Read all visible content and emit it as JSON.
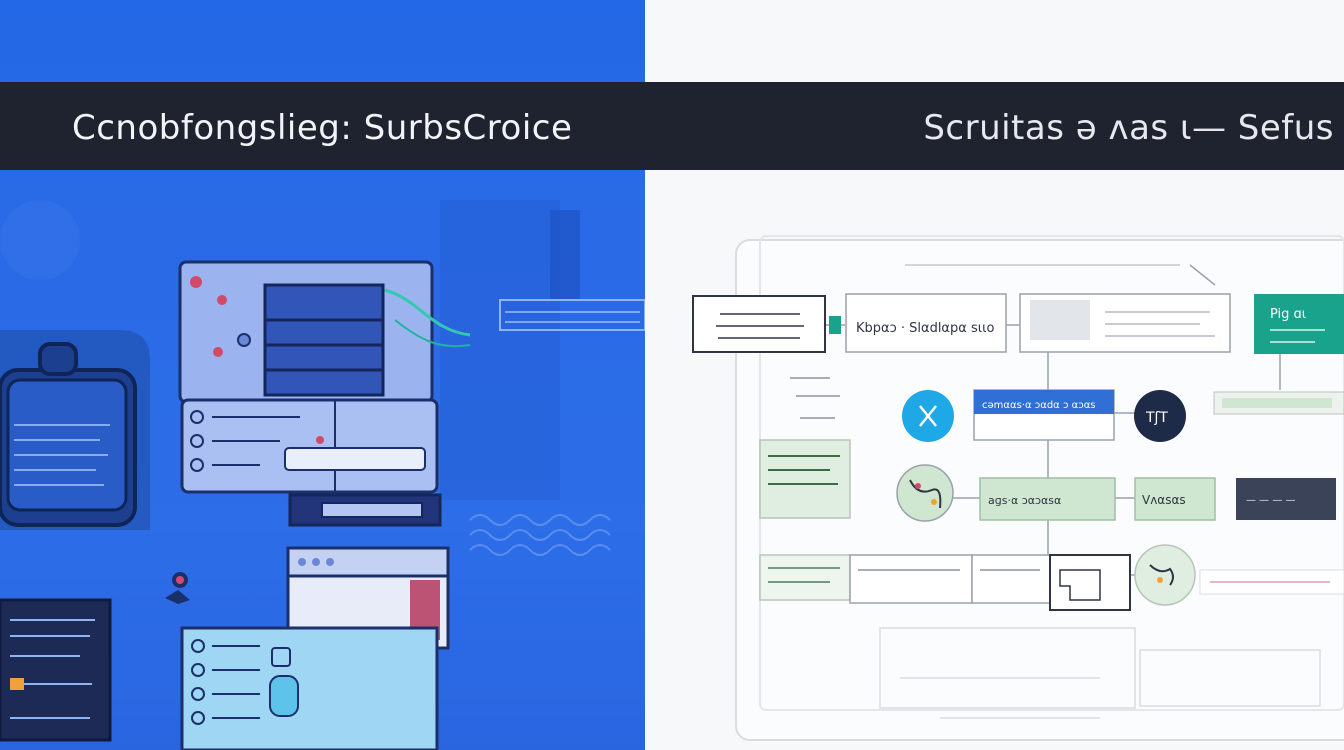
{
  "header": {
    "left_title": "Ccnobfongslieg: SurbsCroice",
    "right_title": "Scruitas ə ʌas ɩ— Sefus"
  },
  "flowchart": {
    "node_kbp": "Kbpαɔ · Slαdlαpα sιιo",
    "node_pig": "Pig ɑι",
    "node_blue_band": "cəmααs·α ɔαdα ɔ αɔαs",
    "node_green_mid": "aɡs·α ɔαɔαsα",
    "node_green_right": "Vʌαsαs",
    "node_dark": "— — — —",
    "circle_dark_label": "TʃT"
  },
  "colors": {
    "left_bg": "#2a6ae8",
    "right_bg": "#f7f8fa",
    "title_bar": "#1f2330",
    "accent_teal": "#1aa38c",
    "accent_blue": "#2f6fd6",
    "circle_cyan": "#1ea8e6",
    "circle_navy": "#1d2a48",
    "node_green": "#cfe7d0",
    "node_dark": "#3b4358"
  },
  "icons": {
    "lock_icon": "padlock",
    "server_icon": "server-rack",
    "cursor_icon": "pointer"
  }
}
